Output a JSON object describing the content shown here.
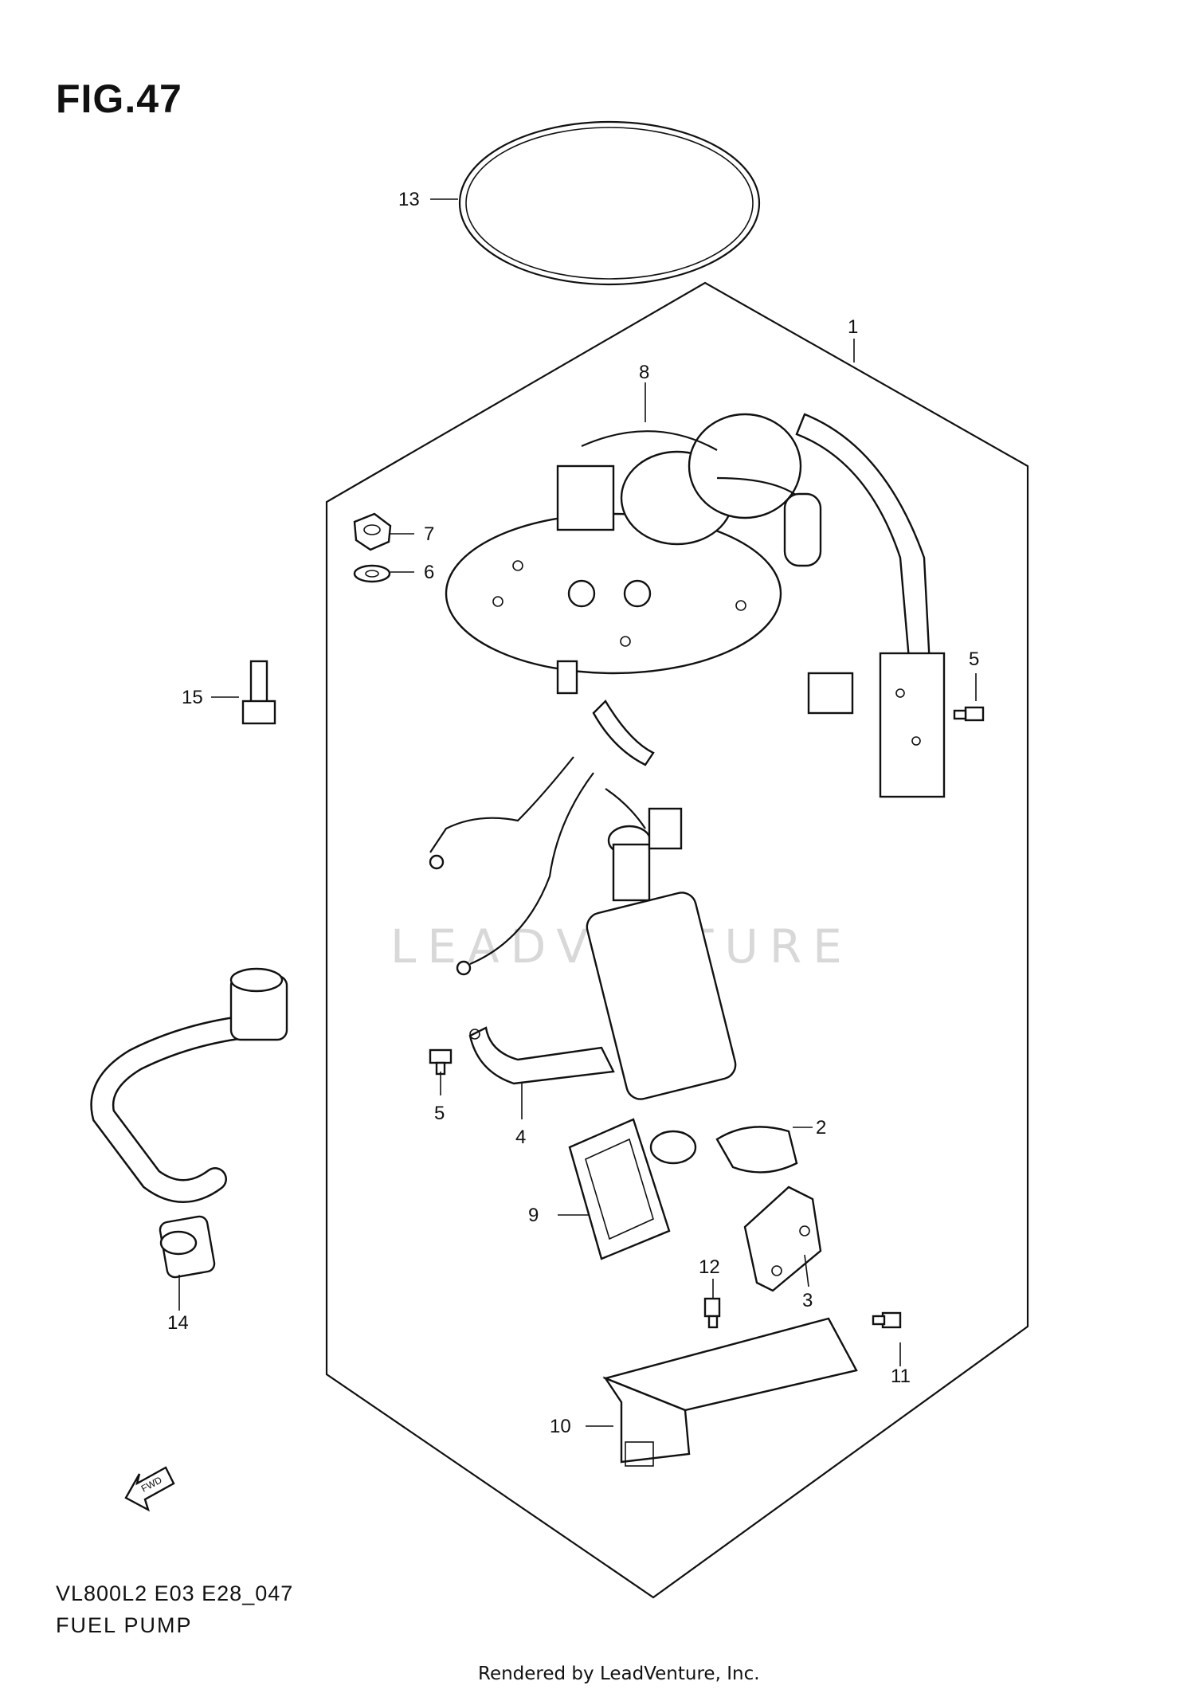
{
  "figure": {
    "title": "FIG.47"
  },
  "callouts": [
    {
      "id": "1",
      "label": "1"
    },
    {
      "id": "2",
      "label": "2"
    },
    {
      "id": "3",
      "label": "3"
    },
    {
      "id": "4",
      "label": "4"
    },
    {
      "id": "5a",
      "label": "5"
    },
    {
      "id": "5b",
      "label": "5"
    },
    {
      "id": "6",
      "label": "6"
    },
    {
      "id": "7",
      "label": "7"
    },
    {
      "id": "8",
      "label": "8"
    },
    {
      "id": "9",
      "label": "9"
    },
    {
      "id": "10",
      "label": "10"
    },
    {
      "id": "11",
      "label": "11"
    },
    {
      "id": "12",
      "label": "12"
    },
    {
      "id": "13",
      "label": "13"
    },
    {
      "id": "14",
      "label": "14"
    },
    {
      "id": "15",
      "label": "15"
    }
  ],
  "fwd_arrow": {
    "label": "FWD"
  },
  "watermark": "LEADVENTURE",
  "footer": {
    "model_code": "VL800L2 E03 E28_047",
    "section_name": "FUEL PUMP",
    "rendered_by": "Rendered by LeadVenture, Inc."
  }
}
